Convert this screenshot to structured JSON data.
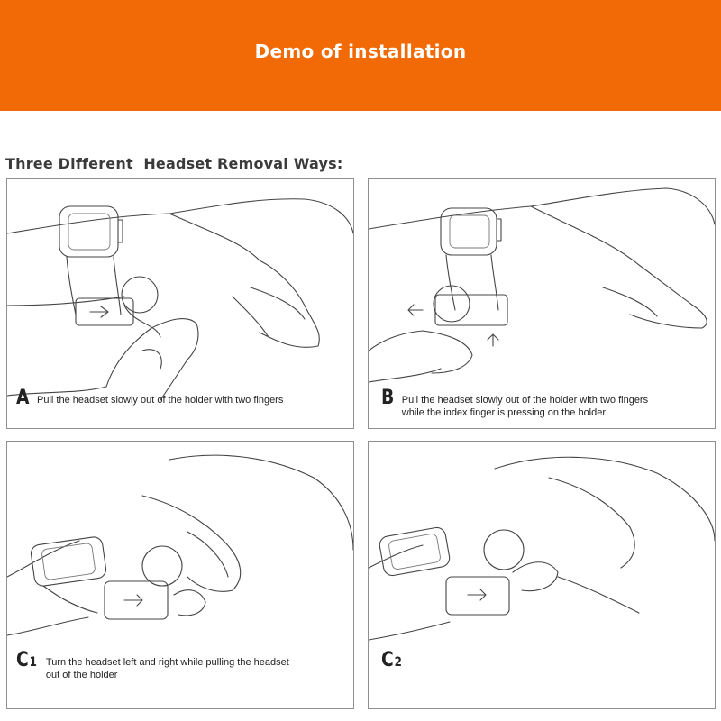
{
  "banner": {
    "title": "Demo of installation",
    "color": "#f26a06"
  },
  "section": {
    "heading": "Three Different  Headset Removal Ways:"
  },
  "steps": [
    {
      "letter": "A",
      "sub": "",
      "text_lines": [
        "Pull the headset slowly out of the holder with two fingers"
      ]
    },
    {
      "letter": "B",
      "sub": "",
      "text_lines": [
        "Pull the headset slowly out of the holder with two fingers",
        "while the index finger is pressing on the holder"
      ]
    },
    {
      "letter": "C",
      "sub": "1",
      "text_lines": [
        "Turn the headset left and right while pulling the headset",
        "out of the holder"
      ]
    },
    {
      "letter": "C",
      "sub": "2",
      "text_lines": []
    }
  ],
  "icons": [
    "watch-illustration",
    "hand-illustration",
    "earbud-illustration",
    "arrow-right-icon",
    "arrow-left-icon",
    "arrow-up-icon"
  ]
}
